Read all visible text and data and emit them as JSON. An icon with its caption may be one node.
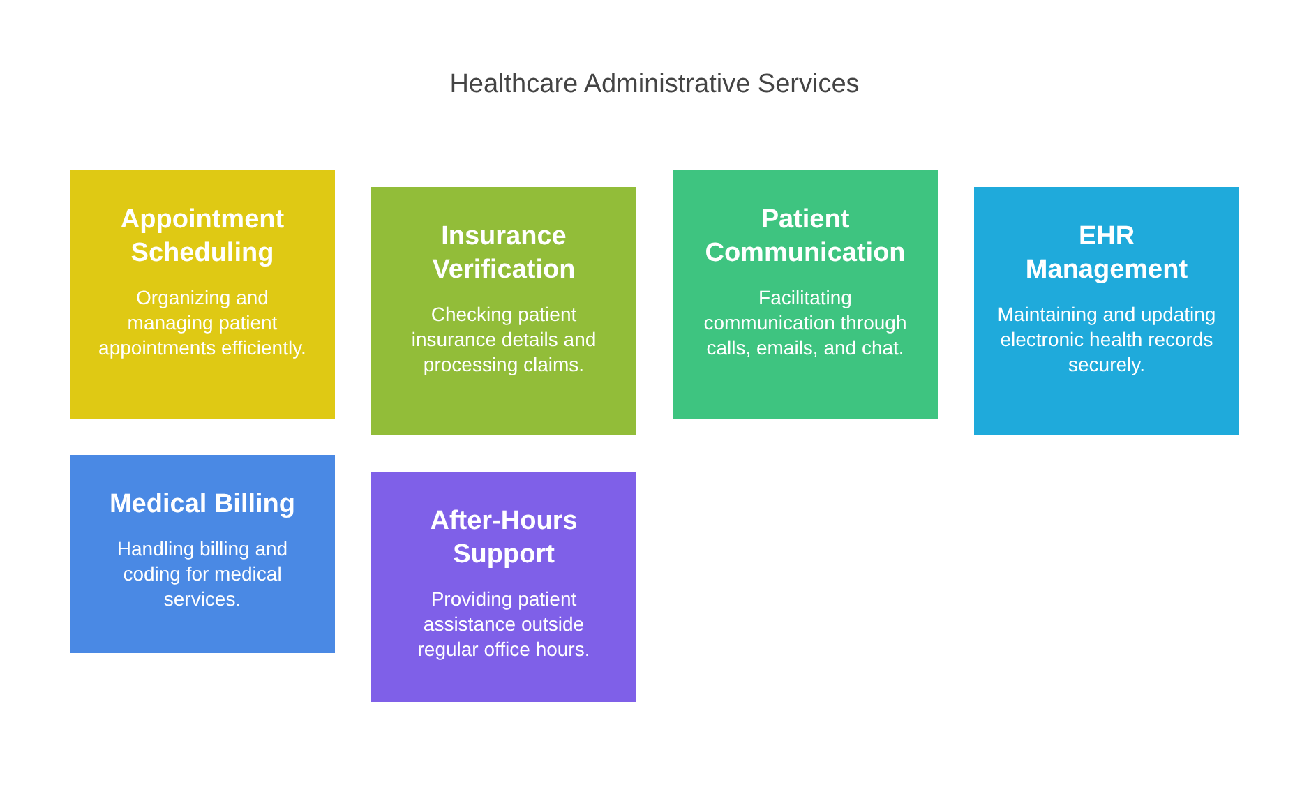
{
  "diagram": {
    "title": "Healthcare Administrative Services",
    "nodes": [
      {
        "text": [
          "Appointment Scheduling",
          "Organizing and managing patient appointments efficiently."
        ]
      },
      {
        "text": [
          "Insurance Verification",
          "Checking patient insurance details and processing claims."
        ]
      },
      {
        "text": [
          "Patient Communication",
          "Facilitating communication through calls, emails, and chat."
        ]
      },
      {
        "text": [
          "EHR Management",
          "Maintaining and updating electronic health records securely."
        ]
      },
      {
        "text": [
          "Medical Billing",
          "Handling billing and coding for medical services."
        ]
      },
      {
        "text": [
          "After-Hours Support",
          "Providing patient assistance outside regular office hours."
        ]
      }
    ]
  }
}
